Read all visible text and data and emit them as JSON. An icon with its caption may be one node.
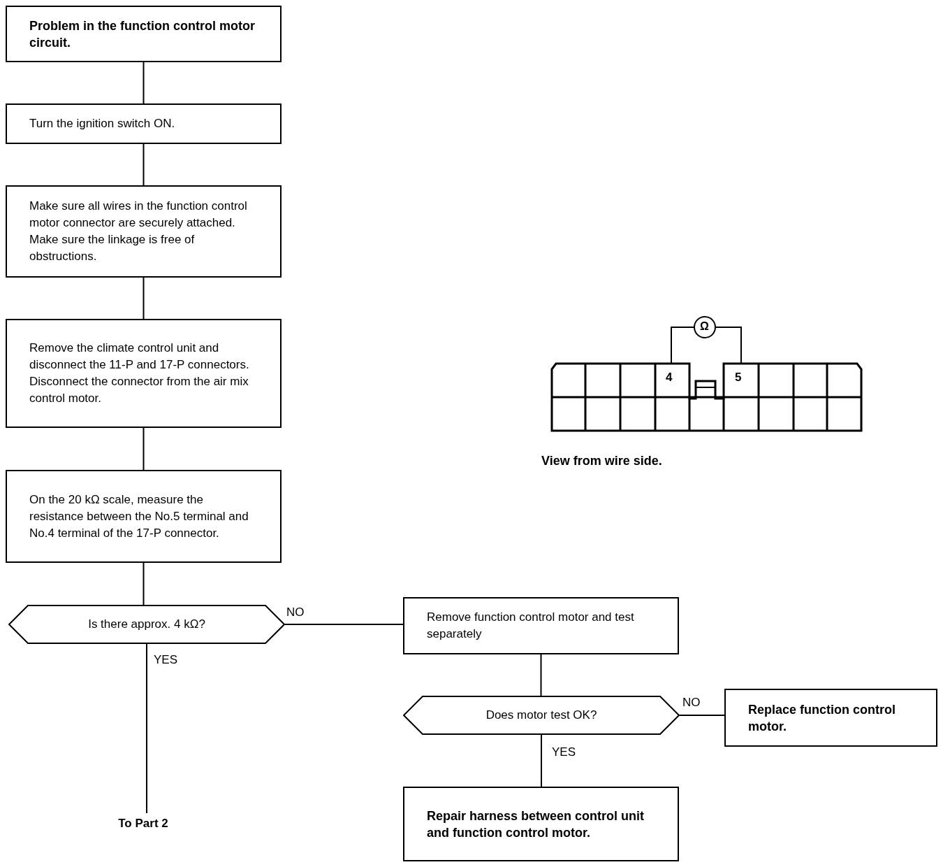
{
  "diagram": {
    "nodes": [
      {
        "text": [
          "Problem in the function control motor circuit."
        ]
      },
      {
        "text": [
          "Turn the ignition switch ON."
        ]
      },
      {
        "text": [
          "Make sure all wires in the function control motor connector are securely attached. Make sure the linkage is free of obstructions."
        ]
      },
      {
        "text": [
          "Remove the climate control unit and disconnect the 11-P and 17-P connectors. Disconnect the connector from the air mix control motor."
        ]
      },
      {
        "text": [
          "On the 20 kΩ scale, measure the resistance between the No.5 terminal and No.4 terminal of the 17-P connector."
        ]
      },
      {
        "text": [
          "Is there approx. 4 kΩ?"
        ]
      },
      {
        "text": [
          "Remove function control motor and test separately"
        ]
      },
      {
        "text": [
          "Does motor test OK?"
        ]
      },
      {
        "text": [
          "Replace function control motor."
        ]
      },
      {
        "text": [
          "Repair harness between control unit and function control motor."
        ]
      },
      {
        "text": [
          "To Part 2"
        ]
      }
    ],
    "edges": [
      {
        "from": 0,
        "to": 1,
        "arrow": "none"
      },
      {
        "from": 1,
        "to": 2,
        "arrow": "none"
      },
      {
        "from": 2,
        "to": 3,
        "arrow": "none"
      },
      {
        "from": 3,
        "to": 4,
        "arrow": "none"
      },
      {
        "from": 4,
        "to": 5,
        "arrow": "none"
      },
      {
        "from": 5,
        "to": 6,
        "arrow": "none",
        "label": "NO"
      },
      {
        "from": 5,
        "to": 10,
        "arrow": "none",
        "label": "YES"
      },
      {
        "from": 6,
        "to": 7,
        "arrow": "none"
      },
      {
        "from": 7,
        "to": 8,
        "arrow": "none",
        "label": "NO"
      },
      {
        "from": 7,
        "to": 9,
        "arrow": "none",
        "label": "YES"
      }
    ],
    "labels": [
      "Ω",
      "4",
      "5",
      "View from wire side."
    ]
  }
}
